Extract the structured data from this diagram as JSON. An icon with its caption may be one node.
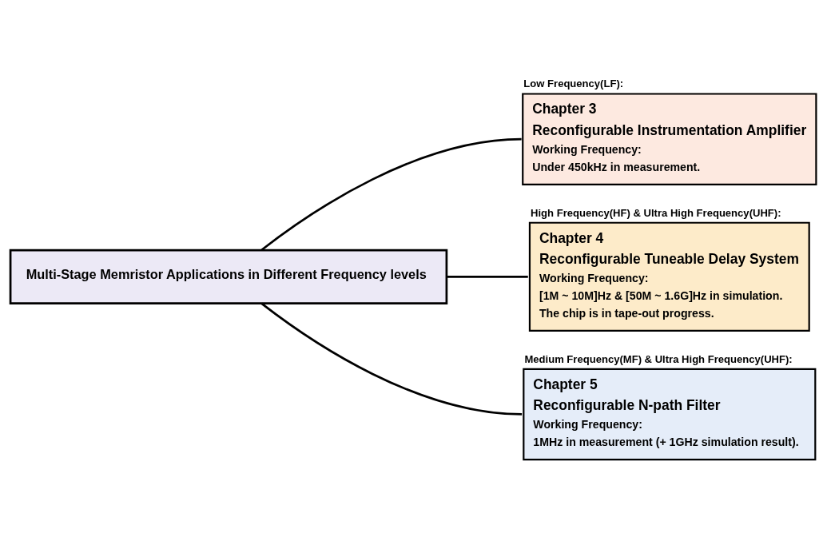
{
  "diagram": {
    "nodes": [
      {
        "text": [
          "Multi-Stage Memristor Applications in Different Frequency levels"
        ]
      },
      {
        "text": [
          "Low Frequency(LF):",
          "Chapter 3",
          "Reconfigurable Instrumentation Amplifier",
          "Working Frequency:",
          "Under 450kHz in measurement."
        ]
      },
      {
        "text": [
          "High Frequency(HF) & Ultra High Frequency(UHF):",
          "Chapter 4",
          "Reconfigurable Tuneable Delay System",
          "Working Frequency:",
          "[1M ~ 10M]Hz & [50M ~ 1.6G]Hz in simulation.",
          "The chip is in tape-out progress."
        ]
      },
      {
        "text": [
          "Medium Frequency(MF) & Ultra High Frequency(UHF):",
          "Chapter 5",
          "Reconfigurable N-path Filter",
          "Working Frequency:",
          "1MHz in measurement (+ 1GHz simulation result)."
        ]
      }
    ],
    "edges": [
      {
        "from": 0,
        "to": 1,
        "arrow": "none"
      },
      {
        "from": 0,
        "to": 2,
        "arrow": "none"
      },
      {
        "from": 0,
        "to": 3,
        "arrow": "none"
      }
    ]
  }
}
